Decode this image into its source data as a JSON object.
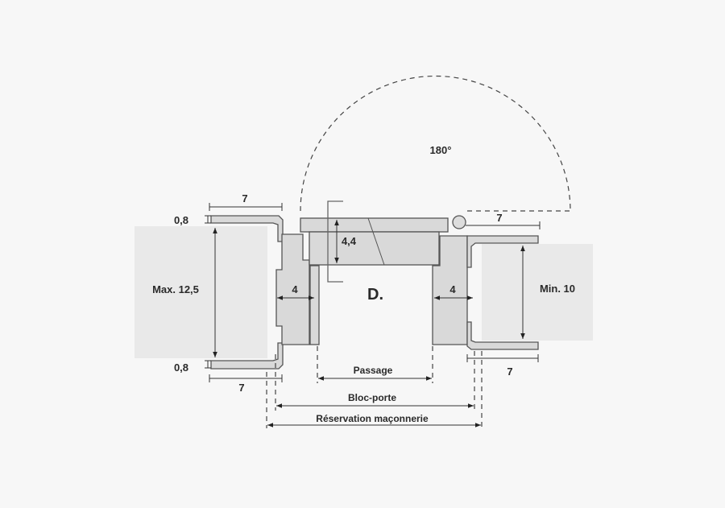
{
  "labels": {
    "angle": "180°",
    "left_casing_top_width": "7",
    "left_casing_top_thickness": "0,8",
    "left_wall": "Max. 12,5",
    "left_casing_bottom_thickness": "0,8",
    "left_casing_bottom_width": "7",
    "left_jamb_depth": "4",
    "door_thickness": "4,4",
    "door_type": "D.",
    "right_jamb_depth": "4",
    "right_wall": "Min. 10",
    "right_casing_top_width": "7",
    "right_casing_bottom_width": "7",
    "passage": "Passage",
    "bloc_porte": "Bloc-porte",
    "reservation": "Réservation maçonnerie"
  }
}
